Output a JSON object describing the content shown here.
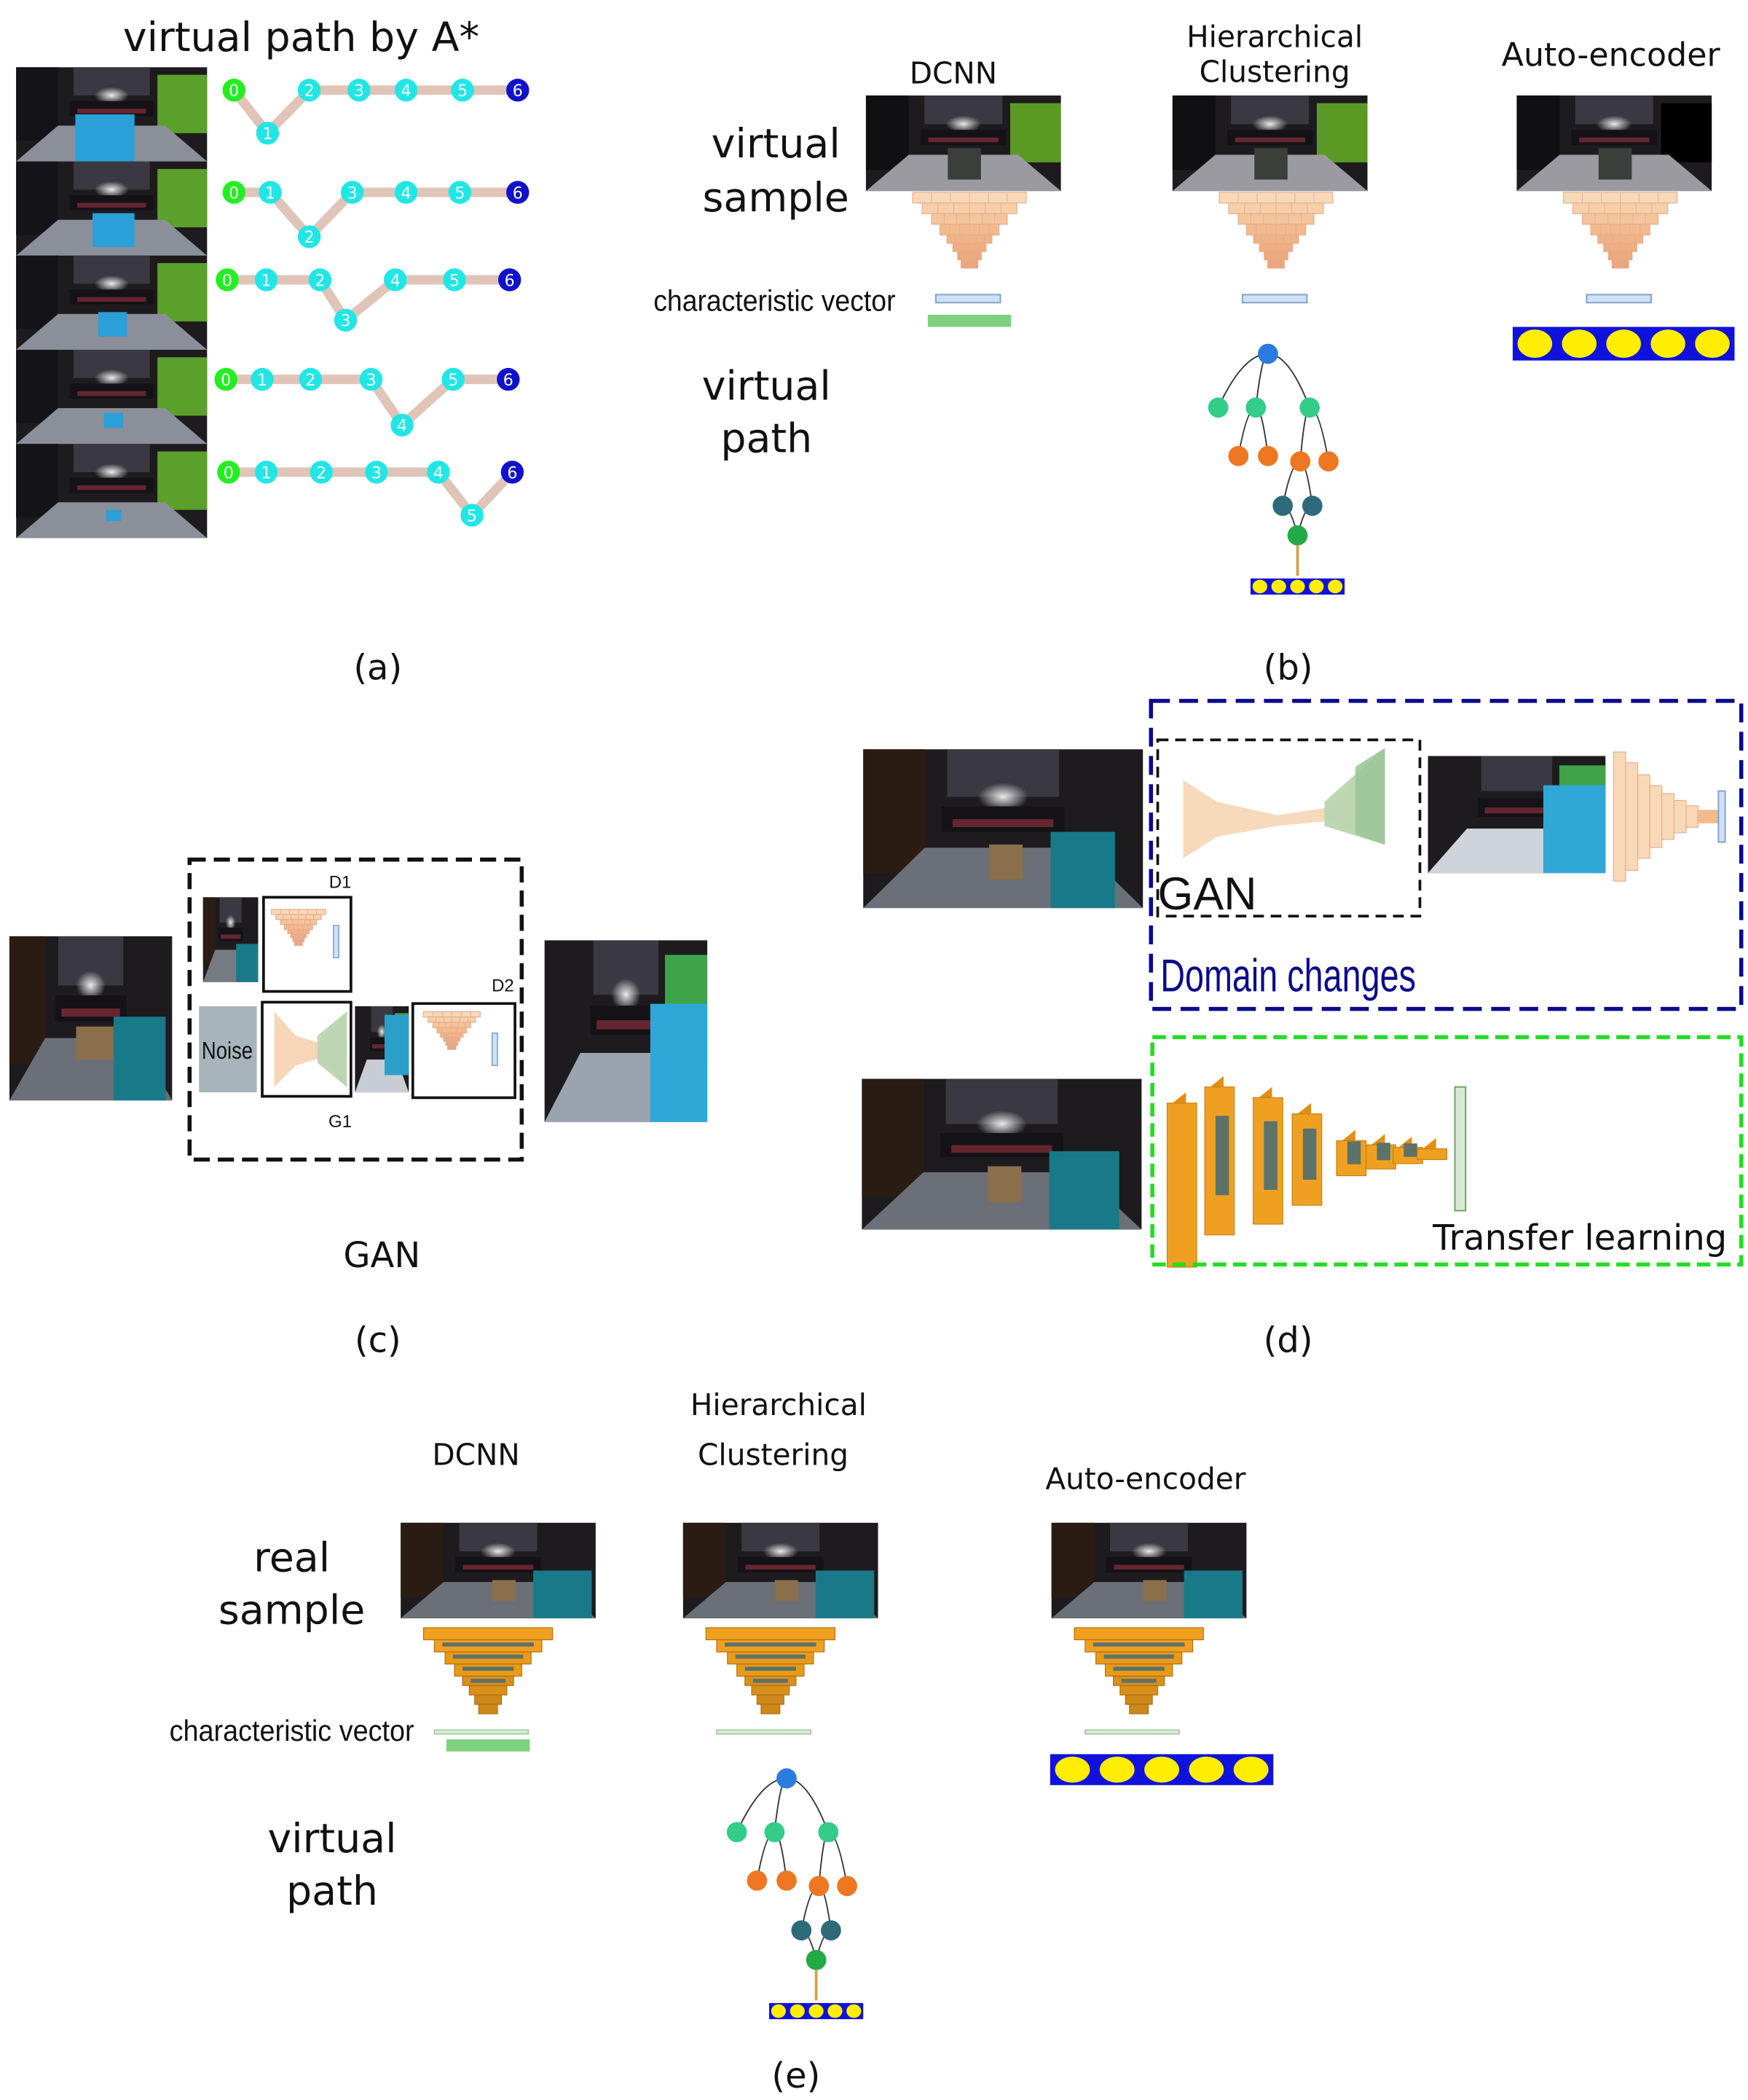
{
  "panel_a": {
    "title": "virtual path by A*",
    "caption": "(a)",
    "rows": [
      {
        "dip": 1,
        "labels": [
          "0",
          "1",
          "2",
          "3",
          "4",
          "5",
          "6"
        ]
      },
      {
        "dip": 2,
        "labels": [
          "0",
          "1",
          "2",
          "3",
          "4",
          "5",
          "6"
        ]
      },
      {
        "dip": 3,
        "labels": [
          "0",
          "1",
          "2",
          "3",
          "4",
          "5",
          "6"
        ]
      },
      {
        "dip": 4,
        "labels": [
          "0",
          "1",
          "2",
          "3",
          "4",
          "5",
          "6"
        ]
      },
      {
        "dip": 5,
        "labels": [
          "0",
          "1",
          "2",
          "3",
          "4",
          "5",
          "6"
        ]
      }
    ],
    "colors": {
      "start": "#22ee22",
      "middle": "#22e6e6",
      "end": "#1111cc",
      "edge": "#e0c4b8",
      "cube": "#2a9fd8"
    }
  },
  "panel_b": {
    "caption": "(b)",
    "row_label_sample": [
      "virtual",
      "sample"
    ],
    "row_label_vector": "characteristic vector",
    "row_label_path": [
      "virtual",
      "path"
    ],
    "columns": [
      {
        "title": [
          "DCNN"
        ]
      },
      {
        "title": [
          "Hierarchical",
          "Clustering"
        ]
      },
      {
        "title": [
          "Auto-encoder"
        ]
      }
    ]
  },
  "panel_c": {
    "caption": "(c)",
    "subtitle": "GAN",
    "labels": {
      "d1": "D1",
      "d2": "D2",
      "g1": "G1",
      "noise": "Noise"
    }
  },
  "panel_d": {
    "caption": "(d)",
    "gan_label": "GAN",
    "domain_label": "Domain changes",
    "transfer_label": "Transfer learning",
    "colors": {
      "domain_box": "#0a0a8c",
      "transfer_box": "#22dd22"
    }
  },
  "panel_e": {
    "caption": "(e)",
    "row_label_sample": [
      "real",
      "sample"
    ],
    "row_label_vector": "characteristic vector",
    "row_label_path": [
      "virtual",
      "path"
    ],
    "columns": [
      {
        "title": [
          "DCNN"
        ]
      },
      {
        "title": [
          "Hierarchical",
          "Clustering"
        ]
      },
      {
        "title": [
          "Auto-encoder"
        ]
      }
    ]
  },
  "tree_colors": {
    "root": "#2b7be0",
    "level1": "#33cc88",
    "level2": "#ee7722",
    "level3": "#2d6b7b",
    "leaf": "#22aa44"
  },
  "code_bar_colors": {
    "bar": "#1111dd",
    "dot": "#ffee00"
  }
}
